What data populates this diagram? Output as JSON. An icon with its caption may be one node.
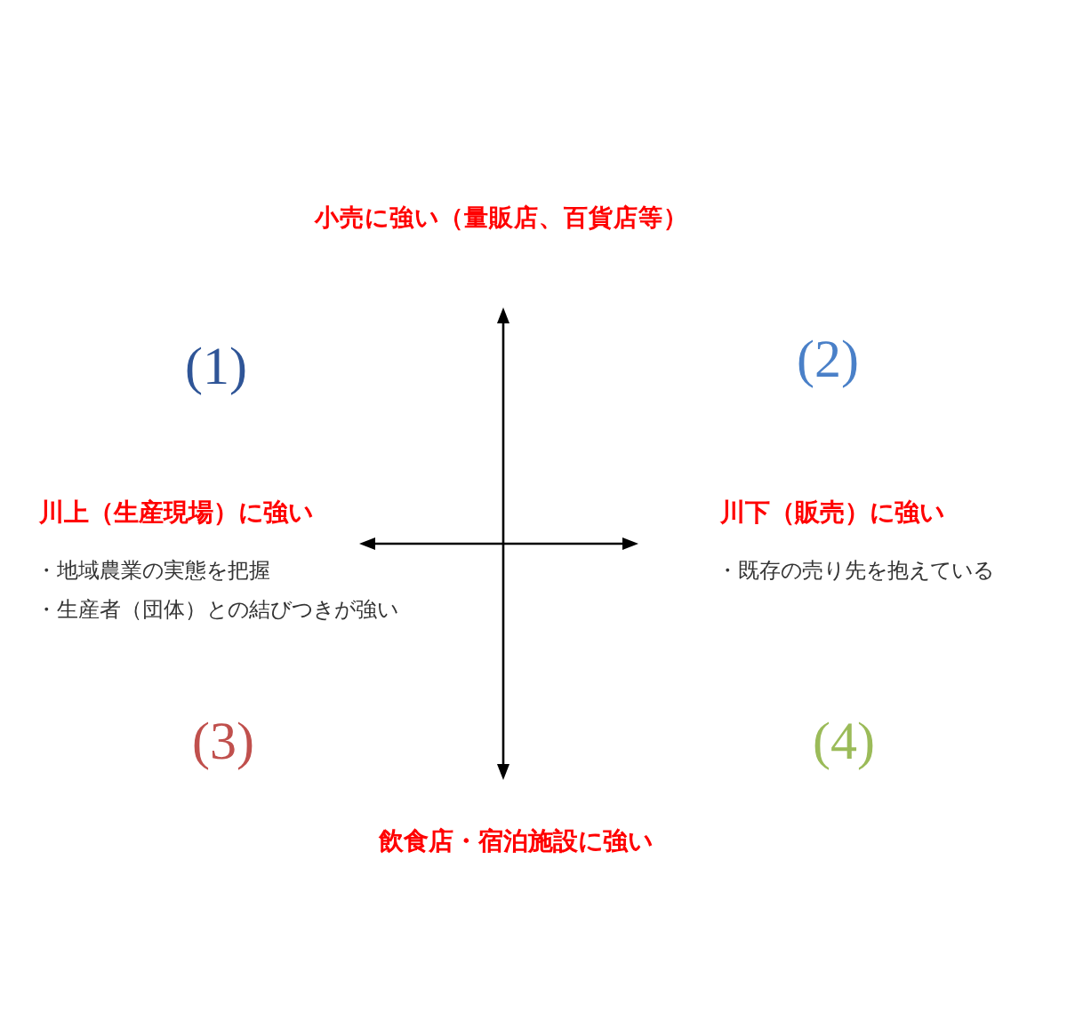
{
  "diagram": {
    "labels": [
      "小売に強い（量販店、百貨店等）",
      "(1)",
      "(2)",
      "川上（生産現場）に強い",
      "川下（販売）に強い",
      "・地域農業の実態を把握",
      "・既存の売り先を抱えている",
      "・生産者（団体）との結びつきが強い",
      "(3)",
      "(4)",
      "飲食店・宿泊施設に強い"
    ]
  }
}
